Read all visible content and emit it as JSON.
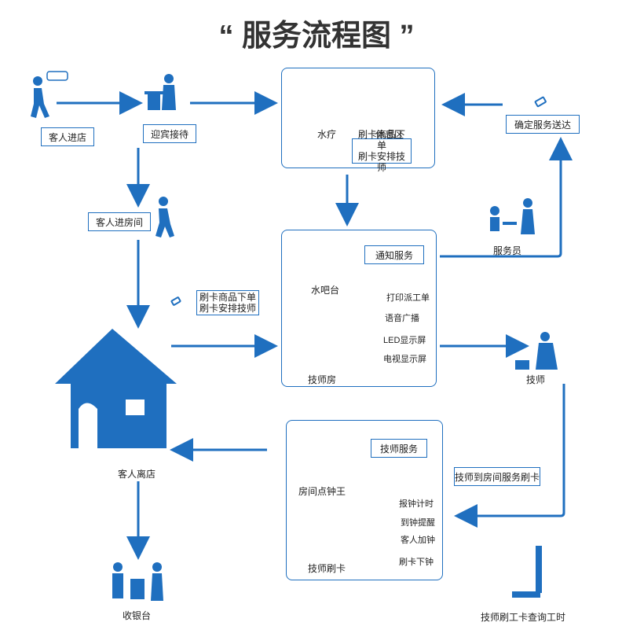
{
  "title": "“ 服务流程图 ”",
  "nodes": {
    "enter": "客人进店",
    "greet": "迎宾接待",
    "to_room": "客人进房间",
    "confirm": "确定服务送达",
    "leave": "客人离店",
    "cashier": "收银台",
    "water_bar": "水吧台",
    "tech_room": "技师房",
    "tech": "技师",
    "waiter": "服务员",
    "hydro": "水疗",
    "rest": "休息区",
    "notify": "通知服务",
    "tech_service": "技师服务",
    "room_clock": "房间点钟王",
    "tech_card": "技师刷卡",
    "tech_card_to_room": "技师到房间服务刷卡",
    "tech_query": "技师刷工卡查询工时"
  },
  "swipe1": {
    "line1": "刷卡商品下单",
    "line2": "刷卡安排技师"
  },
  "swipe2": {
    "line1": "刷卡商品下单",
    "line2": "刷卡安排技师"
  },
  "notify_items": [
    "打印派工单",
    "语音广播",
    "LED显示屏",
    "电视显示屏"
  ],
  "service_items": [
    "报钟计时",
    "到钟提醒",
    "客人加钟",
    "刷卡下钟"
  ],
  "colors": {
    "accent": "#1f6fbf",
    "title": "#333333"
  }
}
